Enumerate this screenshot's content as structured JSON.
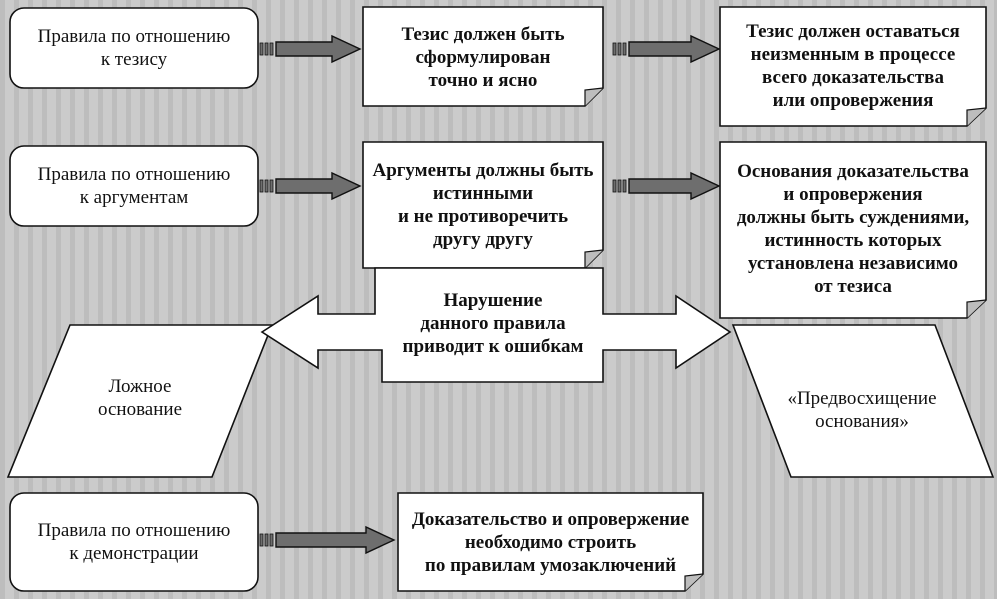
{
  "colors": {
    "background": "#c9c9c9",
    "box_fill": "#ffffff",
    "stroke": "#111111",
    "arrow_fill": "#6e6e6e"
  },
  "rules": {
    "thesis": "Правила по отношению\nк тезису",
    "arguments": "Правила по отношению\nк аргументам",
    "demonstration": "Правила по отношению\nк демонстрации"
  },
  "requirements": {
    "thesis_1": "Тезис должен быть\nсформулирован\nточно и ясно",
    "thesis_2": "Тезис должен оставаться\nнеизменным в процессе\nвсего доказательства\nили опровержения",
    "arguments_1": "Аргументы должны быть\nистинными\nи не противоречить\nдругу другу",
    "arguments_2": "Основания доказательства\nи опровержения\nдолжны быть суждениями,\nистинность которых\nустановлена независимо\nот тезиса",
    "demonstration_1": "Доказательство и опровержение\nнеобходимо строить\nпо правилам умозаключений"
  },
  "violation": {
    "label": "Нарушение\nданного правила\nприводит к ошибкам",
    "error_left": "Ложное\nоснование",
    "error_right": "«Предвосхищение\nоснования»"
  }
}
